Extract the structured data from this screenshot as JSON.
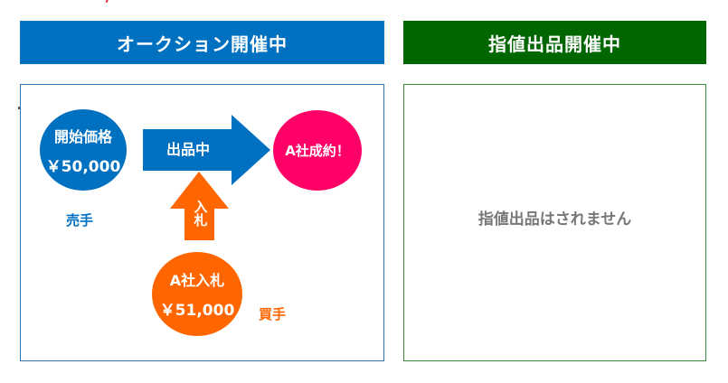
{
  "headers": {
    "auction": "オークション開催中",
    "limit_order": "指値出品開催中"
  },
  "diagram": {
    "start_price": {
      "label": "開始価格",
      "value": "￥50,000"
    },
    "listing_arrow": "出品中",
    "bid_arrow": "入札",
    "bid": {
      "label": "A社入札",
      "value": "￥51,000"
    },
    "result": "A社成約！",
    "seller": "売手",
    "buyer": "買手"
  },
  "limit_panel": {
    "message": "指値出品はされません"
  },
  "colors": {
    "blue": "#0070c0",
    "green": "#006600",
    "orange": "#ff6600",
    "pink": "#ff0066"
  }
}
